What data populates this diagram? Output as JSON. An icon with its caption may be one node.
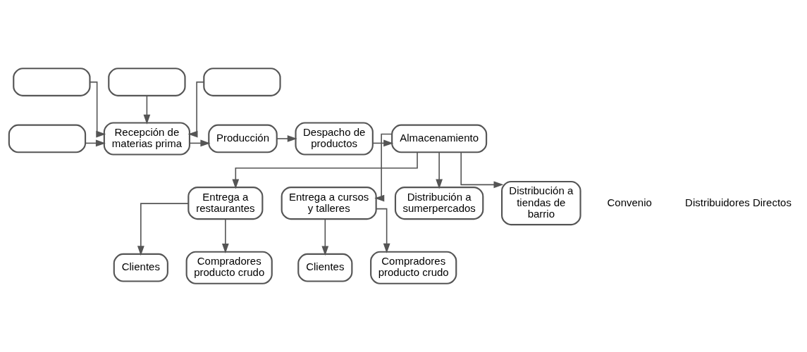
{
  "diagram": {
    "nodes": [
      {
        "text": [],
        "shape": "box"
      },
      {
        "text": [],
        "shape": "box"
      },
      {
        "text": [],
        "shape": "box"
      },
      {
        "text": [],
        "shape": "box"
      },
      {
        "text": [
          "Recepción de materias prima"
        ]
      },
      {
        "text": [
          "Producción"
        ]
      },
      {
        "text": [
          "Despacho de productos"
        ]
      },
      {
        "text": [
          "Almacenamiento"
        ]
      },
      {
        "text": [
          "Entrega a restaurantes"
        ]
      },
      {
        "text": [
          "Entrega a cursos y talleres"
        ]
      },
      {
        "text": [
          "Distribución a sumerpercados"
        ]
      },
      {
        "text": [
          "Distribución a tiendas de barrio"
        ]
      },
      {
        "text": [
          "Clientes"
        ]
      },
      {
        "text": [
          "Compradores producto crudo"
        ]
      },
      {
        "text": [
          "Clientes"
        ]
      },
      {
        "text": [
          "Compradores producto crudo"
        ]
      }
    ],
    "edges": [
      {
        "from": 0,
        "to": 4,
        "arrow": "to"
      },
      {
        "from": 1,
        "to": 4,
        "arrow": "to"
      },
      {
        "from": 2,
        "to": 4,
        "arrow": "to"
      },
      {
        "from": 3,
        "to": 4,
        "arrow": "to"
      },
      {
        "from": 4,
        "to": 5,
        "arrow": "to"
      },
      {
        "from": 5,
        "to": 6,
        "arrow": "to"
      },
      {
        "from": 6,
        "to": 7,
        "arrow": "to"
      },
      {
        "from": 7,
        "to": 8,
        "arrow": "to"
      },
      {
        "from": 7,
        "to": 9,
        "arrow": "to"
      },
      {
        "from": 7,
        "to": 10,
        "arrow": "to"
      },
      {
        "from": 7,
        "to": 11,
        "arrow": "to"
      },
      {
        "from": 8,
        "to": 12,
        "arrow": "to"
      },
      {
        "from": 8,
        "to": 13,
        "arrow": "to"
      },
      {
        "from": 9,
        "to": 14,
        "arrow": "to"
      },
      {
        "from": 9,
        "to": 15,
        "arrow": "to"
      }
    ],
    "labels": [
      "Convenio",
      "Distribuidores Directos"
    ]
  }
}
